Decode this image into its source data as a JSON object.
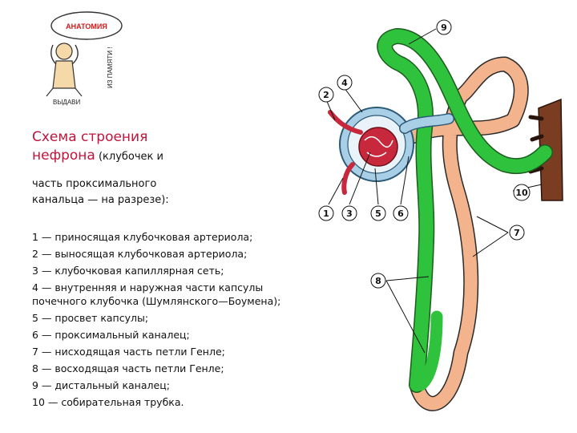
{
  "logo": {
    "cloud_text": "АНАТОМИЯ",
    "side_text": "ИЗ ПАМЯТИ !",
    "bottom_text": "ВЫДАВИ"
  },
  "title": {
    "line1": "Схема строения",
    "line2_big": "нефрона",
    "line2_small": " (клубочек и",
    "line3": "часть проксимального",
    "line4": "канальца — на разрезе):"
  },
  "legend": [
    "1 — приносящая клубочковая артериола;",
    "2 — выносящая клубочковая артериола;",
    "3 — клубочковая капиллярная сеть;",
    "4 — внутренняя и наружная части капсулы почечного клубочка (Шумлянского—Боумена);",
    "5 — просвет капсулы;",
    "6 — проксимальный каналец;",
    "7 — нисходящая часть петли Генле;",
    "8 — восходящая часть петли Генле;",
    "9 — дистальный каналец;",
    "10 — собирательная трубка."
  ],
  "diagram_labels": {
    "n1": "1",
    "n2": "2",
    "n3": "3",
    "n4": "4",
    "n5": "5",
    "n6": "6",
    "n7": "7",
    "n8": "8",
    "n9": "9",
    "n10": "10"
  },
  "colors": {
    "title_red": "#c0143c",
    "distal_green": "#2fc23d",
    "loop_peach": "#f3b48d",
    "capsule_blue": "#a9cfe6",
    "collecting_brown": "#7a3d22",
    "arteriole_red": "#c8283c"
  }
}
